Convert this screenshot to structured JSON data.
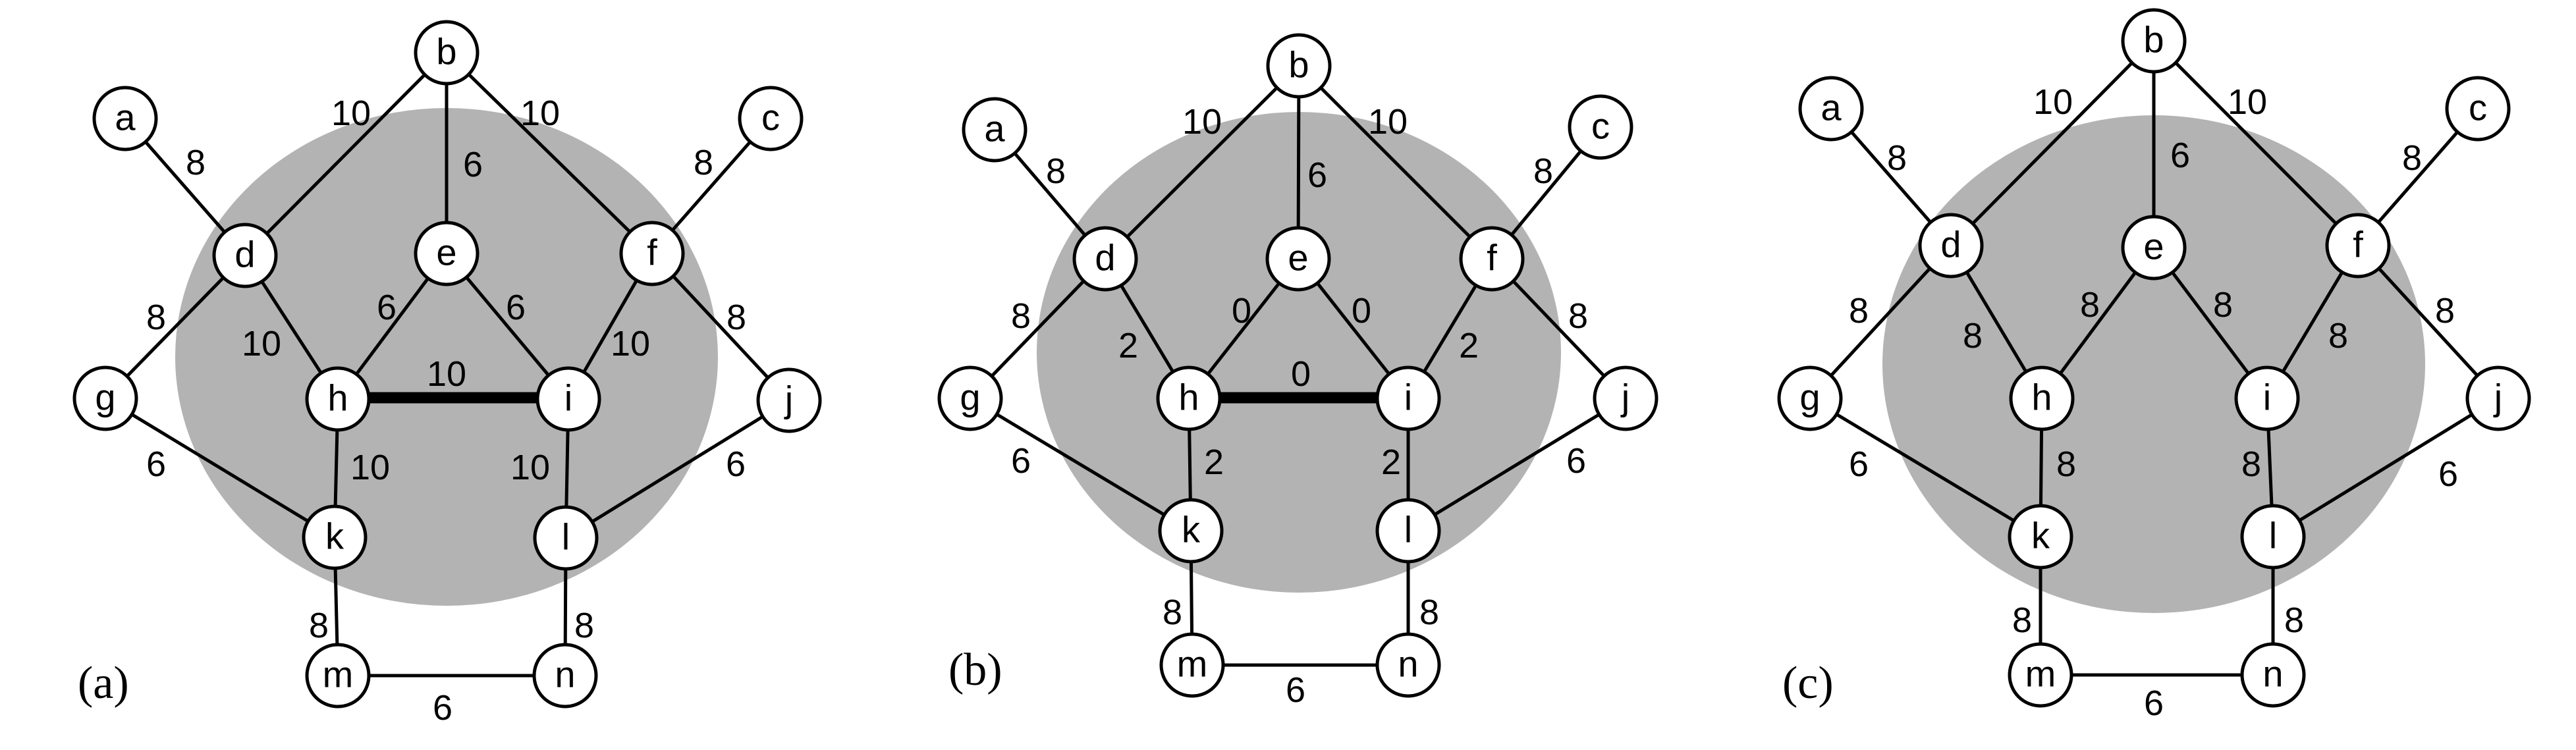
{
  "panels": [
    {
      "id": "a",
      "label": "(a)",
      "edges": [
        {
          "from": "a",
          "to": "d",
          "weight": "8"
        },
        {
          "from": "b",
          "to": "d",
          "weight": "10"
        },
        {
          "from": "b",
          "to": "e",
          "weight": "6"
        },
        {
          "from": "b",
          "to": "f",
          "weight": "10"
        },
        {
          "from": "c",
          "to": "f",
          "weight": "8"
        },
        {
          "from": "d",
          "to": "g",
          "weight": "8"
        },
        {
          "from": "d",
          "to": "h",
          "weight": "10"
        },
        {
          "from": "e",
          "to": "h",
          "weight": "6"
        },
        {
          "from": "e",
          "to": "i",
          "weight": "6"
        },
        {
          "from": "f",
          "to": "i",
          "weight": "10"
        },
        {
          "from": "f",
          "to": "j",
          "weight": "8"
        },
        {
          "from": "h",
          "to": "i",
          "weight": "10",
          "heavy": true
        },
        {
          "from": "g",
          "to": "k",
          "weight": "6"
        },
        {
          "from": "h",
          "to": "k",
          "weight": "10"
        },
        {
          "from": "i",
          "to": "l",
          "weight": "10"
        },
        {
          "from": "j",
          "to": "l",
          "weight": "6"
        },
        {
          "from": "k",
          "to": "m",
          "weight": "8"
        },
        {
          "from": "l",
          "to": "n",
          "weight": "8"
        },
        {
          "from": "m",
          "to": "n",
          "weight": "6"
        }
      ]
    },
    {
      "id": "b",
      "label": "(b)",
      "edges": [
        {
          "from": "a",
          "to": "d",
          "weight": "8"
        },
        {
          "from": "b",
          "to": "d",
          "weight": "10"
        },
        {
          "from": "b",
          "to": "e",
          "weight": "6"
        },
        {
          "from": "b",
          "to": "f",
          "weight": "10"
        },
        {
          "from": "c",
          "to": "f",
          "weight": "8"
        },
        {
          "from": "d",
          "to": "g",
          "weight": "8"
        },
        {
          "from": "d",
          "to": "h",
          "weight": "2"
        },
        {
          "from": "e",
          "to": "h",
          "weight": "0"
        },
        {
          "from": "e",
          "to": "i",
          "weight": "0"
        },
        {
          "from": "f",
          "to": "i",
          "weight": "2"
        },
        {
          "from": "f",
          "to": "j",
          "weight": "8"
        },
        {
          "from": "h",
          "to": "i",
          "weight": "0",
          "heavy": true
        },
        {
          "from": "g",
          "to": "k",
          "weight": "6"
        },
        {
          "from": "h",
          "to": "k",
          "weight": "2"
        },
        {
          "from": "i",
          "to": "l",
          "weight": "2"
        },
        {
          "from": "j",
          "to": "l",
          "weight": "6"
        },
        {
          "from": "k",
          "to": "m",
          "weight": "8"
        },
        {
          "from": "l",
          "to": "n",
          "weight": "8"
        },
        {
          "from": "m",
          "to": "n",
          "weight": "6"
        }
      ]
    },
    {
      "id": "c",
      "label": "(c)",
      "edges": [
        {
          "from": "a",
          "to": "d",
          "weight": "8"
        },
        {
          "from": "b",
          "to": "d",
          "weight": "10"
        },
        {
          "from": "b",
          "to": "e",
          "weight": "6"
        },
        {
          "from": "b",
          "to": "f",
          "weight": "10"
        },
        {
          "from": "c",
          "to": "f",
          "weight": "8"
        },
        {
          "from": "d",
          "to": "g",
          "weight": "8"
        },
        {
          "from": "d",
          "to": "h",
          "weight": "8"
        },
        {
          "from": "e",
          "to": "h",
          "weight": "8"
        },
        {
          "from": "e",
          "to": "i",
          "weight": "8"
        },
        {
          "from": "f",
          "to": "i",
          "weight": "8"
        },
        {
          "from": "f",
          "to": "j",
          "weight": "8"
        },
        {
          "from": "g",
          "to": "k",
          "weight": "6"
        },
        {
          "from": "h",
          "to": "k",
          "weight": "8"
        },
        {
          "from": "i",
          "to": "l",
          "weight": "8"
        },
        {
          "from": "j",
          "to": "l",
          "weight": "6"
        },
        {
          "from": "k",
          "to": "m",
          "weight": "8"
        },
        {
          "from": "l",
          "to": "n",
          "weight": "8"
        },
        {
          "from": "m",
          "to": "n",
          "weight": "6"
        }
      ]
    }
  ]
}
